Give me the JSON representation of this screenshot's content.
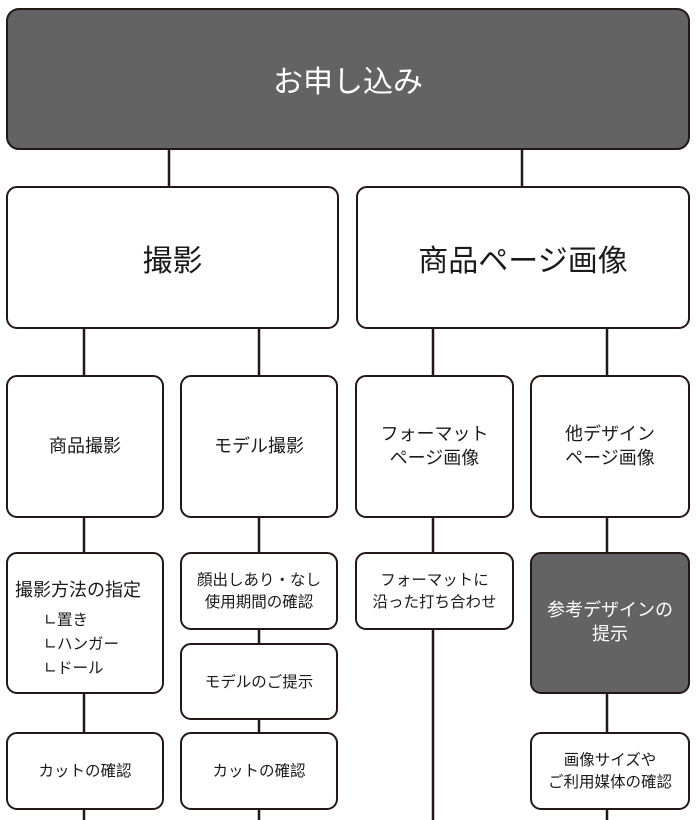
{
  "root": {
    "label": "お申し込み"
  },
  "photography": {
    "label": "撮影"
  },
  "product_page_image": {
    "label": "商品ページ画像"
  },
  "product_photography": {
    "label": "商品撮影",
    "method": {
      "title": "撮影方法の指定",
      "options": [
        "∟置き",
        "∟ハンガー",
        "∟ドール"
      ]
    },
    "cut": "カットの確認"
  },
  "model_photography": {
    "label": "モデル撮影",
    "face": "顔出しあり・なし\n使用期間の確認",
    "model_present": "モデルのご提示",
    "cut": "カットの確認"
  },
  "format_page_image": {
    "label": "フォーマット\nページ画像",
    "meeting": "フォーマットに\n沿った打ち合わせ"
  },
  "other_design_page_image": {
    "label": "他デザイン\nページ画像",
    "reference": "参考デザインの\n提示",
    "size_confirm": "画像サイズや\nご利用媒体の確認"
  },
  "colors": {
    "dark_fill": "#636363",
    "line": "#231815"
  }
}
